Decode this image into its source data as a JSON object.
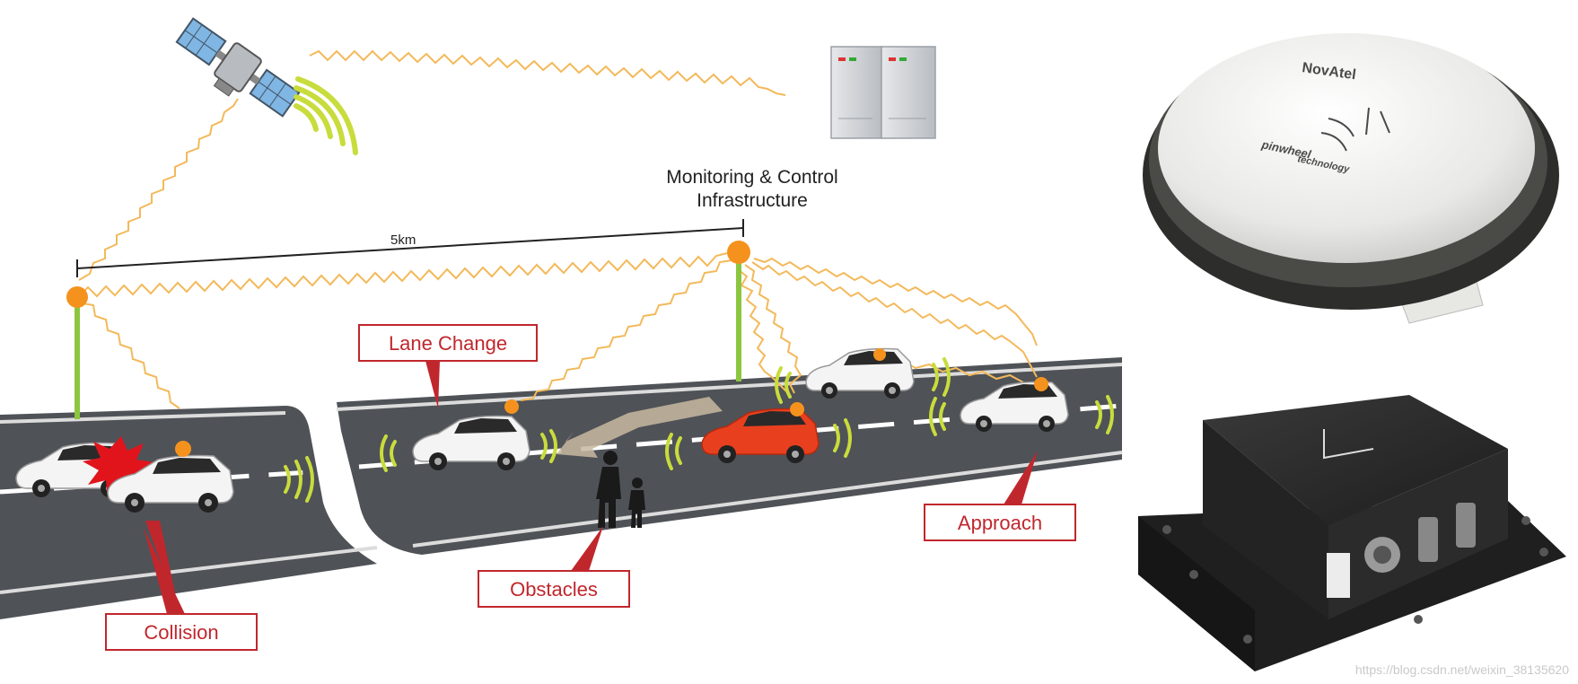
{
  "infrastructure": {
    "line1": "Monitoring & Control",
    "line2": "Infrastructure"
  },
  "distance_label": "5km",
  "callouts": {
    "lane_change": "Lane Change",
    "collision": "Collision",
    "obstacles": "Obstacles",
    "approach": "Approach"
  },
  "antenna_brand": "NovAtel",
  "antenna_logo_line1": "pinwheel",
  "antenna_logo_line2": "technology",
  "watermark": "https://blog.csdn.net/weixin_38135620",
  "colors": {
    "callout_red": "#c0272d",
    "highlight_car": "#e8401f",
    "node_orange": "#f5921e",
    "signal_line": "#f3b95a",
    "pole_green": "#8cc63f",
    "road": "#4f5257",
    "wave_yellow": "#c8dc3c"
  },
  "icons": [
    "satellite-icon",
    "server-icon",
    "car-icon",
    "pedestrian-icon",
    "gnss-antenna-icon",
    "imu-receiver-icon"
  ]
}
